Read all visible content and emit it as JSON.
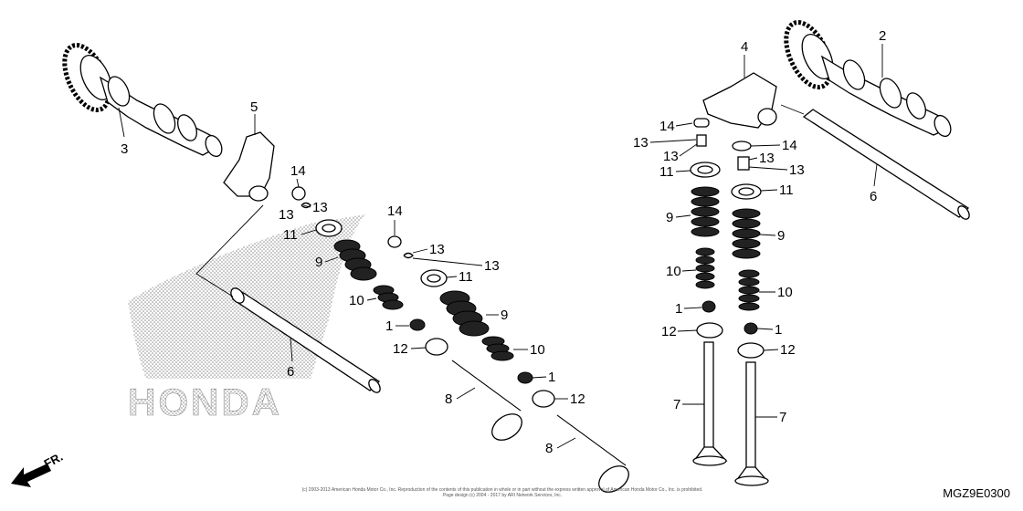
{
  "diagram": {
    "labels": {
      "p1": "1",
      "p2": "2",
      "p3": "3",
      "p4": "4",
      "p5": "5",
      "p6": "6",
      "p7": "7",
      "p8": "8",
      "p9": "9",
      "p10": "10",
      "p11": "11",
      "p12": "12",
      "p13": "13",
      "p14": "14"
    },
    "watermark": "HONDA",
    "direction_label": "FR.",
    "diagram_code": "MGZ9E0300",
    "copyright_line1": "(c) 2003-2013 American Honda Motor Co., Inc. Reproduction of the contents of this publication in whole or in part without the express written approval of American Honda Motor Co., Inc. is prohibited.",
    "copyright_line2": "Page design (c) 2004 - 2017 by ARI Network Services, Inc."
  },
  "colors": {
    "ink": "#000000",
    "watermark": "#8c8c8c",
    "background": "#ffffff"
  }
}
